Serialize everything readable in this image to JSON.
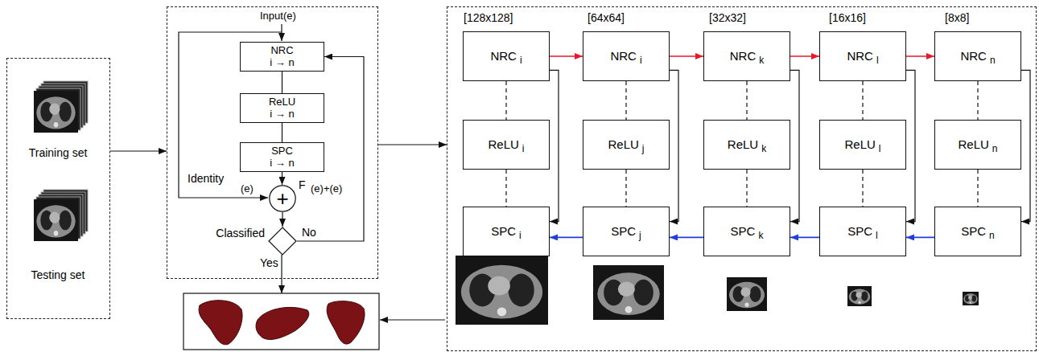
{
  "diagram": {
    "nodes": [
      {
        "text": [
          "Training set",
          "Testing set"
        ]
      },
      {
        "text": [
          "Input(e)"
        ]
      },
      {
        "text": [
          "NRC",
          "i → n"
        ],
        "in": 1
      },
      {
        "text": [
          "ReLU",
          "i → n"
        ],
        "in": 1
      },
      {
        "text": [
          "SPC",
          "i → n"
        ],
        "in": 1
      },
      {
        "text": [
          "+"
        ],
        "in": 1
      },
      {
        "text": [
          "Classified"
        ],
        "in": 1
      },
      {
        "text": [
          "[128x128]",
          "[64x64]",
          "[32x32]",
          "[16x16]",
          "[8x8]"
        ]
      },
      {
        "text": [
          "NRC",
          "i"
        ],
        "in": 7
      },
      {
        "text": [
          "NRC",
          "i"
        ],
        "in": 7
      },
      {
        "text": [
          "NRC",
          "k"
        ],
        "in": 7
      },
      {
        "text": [
          "NRC",
          "l"
        ],
        "in": 7
      },
      {
        "text": [
          "NRC",
          "n"
        ],
        "in": 7
      },
      {
        "text": [
          "ReLU",
          "i"
        ],
        "in": 7
      },
      {
        "text": [
          "ReLU",
          "j"
        ],
        "in": 7
      },
      {
        "text": [
          "ReLU",
          "k"
        ],
        "in": 7
      },
      {
        "text": [
          "ReLU",
          "l"
        ],
        "in": 7
      },
      {
        "text": [
          "ReLU",
          "n"
        ],
        "in": 7
      },
      {
        "text": [
          "SPC",
          "i"
        ],
        "in": 7
      },
      {
        "text": [
          "SPC",
          "j"
        ],
        "in": 7
      },
      {
        "text": [
          "SPC",
          "k"
        ],
        "in": 7
      },
      {
        "text": [
          "SPC",
          "l"
        ],
        "in": 7
      },
      {
        "text": [
          "SPC",
          "n"
        ],
        "in": 7
      }
    ],
    "edges": [
      {
        "from": 0,
        "to": 1,
        "arrow": "to"
      },
      {
        "from": 1,
        "to": 7,
        "arrow": "to"
      },
      {
        "from": 2,
        "to": 3,
        "arrow": "none"
      },
      {
        "from": 3,
        "to": 4,
        "arrow": "none"
      },
      {
        "from": 4,
        "to": 5,
        "arrow": "to"
      },
      {
        "from": 5,
        "to": 6,
        "arrow": "to"
      },
      {
        "from": 6,
        "to": 2,
        "label": "No",
        "arrow": "to"
      },
      {
        "from": 8,
        "to": 9,
        "arrow": "to"
      },
      {
        "from": 9,
        "to": 10,
        "arrow": "to"
      },
      {
        "from": 10,
        "to": 11,
        "arrow": "to"
      },
      {
        "from": 11,
        "to": 12,
        "arrow": "to"
      },
      {
        "from": 8,
        "to": 13,
        "arrow": "none"
      },
      {
        "from": 13,
        "to": 18,
        "arrow": "none"
      },
      {
        "from": 9,
        "to": 14,
        "arrow": "none"
      },
      {
        "from": 14,
        "to": 19,
        "arrow": "none"
      },
      {
        "from": 10,
        "to": 15,
        "arrow": "none"
      },
      {
        "from": 15,
        "to": 20,
        "arrow": "none"
      },
      {
        "from": 11,
        "to": 16,
        "arrow": "none"
      },
      {
        "from": 16,
        "to": 21,
        "arrow": "none"
      },
      {
        "from": 12,
        "to": 17,
        "arrow": "none"
      },
      {
        "from": 17,
        "to": 22,
        "arrow": "none"
      },
      {
        "from": 8,
        "to": 18,
        "arrow": "to"
      },
      {
        "from": 9,
        "to": 19,
        "arrow": "to"
      },
      {
        "from": 10,
        "to": 20,
        "arrow": "to"
      },
      {
        "from": 11,
        "to": 21,
        "arrow": "to"
      },
      {
        "from": 12,
        "to": 22,
        "arrow": "to"
      },
      {
        "from": 22,
        "to": 21,
        "arrow": "to"
      },
      {
        "from": 21,
        "to": 20,
        "arrow": "to"
      },
      {
        "from": 20,
        "to": 19,
        "arrow": "to"
      },
      {
        "from": 19,
        "to": 18,
        "arrow": "to"
      }
    ],
    "labels": [
      "Identity",
      "(e)",
      "F",
      "(e)+(e)",
      "Yes"
    ]
  }
}
